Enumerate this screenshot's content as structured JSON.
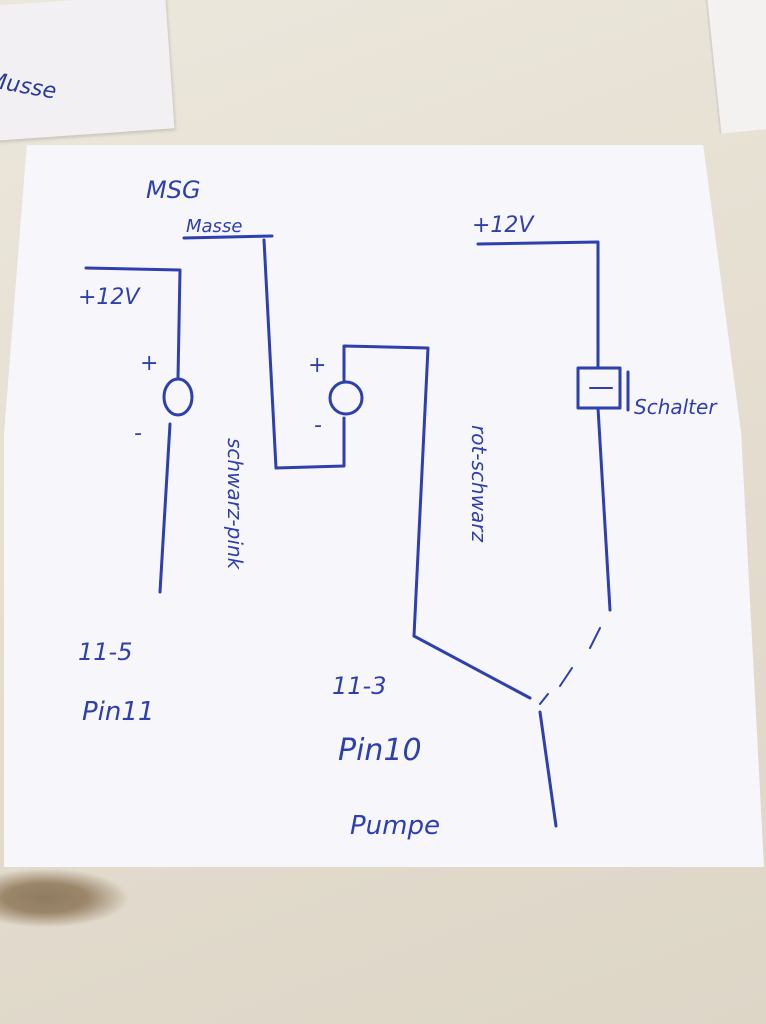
{
  "scrap": {
    "note": "Musse"
  },
  "diagram": {
    "header_msg": "MSG",
    "header_masse": "Masse",
    "left_supply": "+12V",
    "right_supply": "+12V",
    "led1_plus": "+",
    "led1_minus": "-",
    "led2_plus": "+",
    "led2_minus": "-",
    "wire_left_label": "schwarz-pink",
    "wire_mid_label": "rot-schwarz",
    "switch_label": "Schalter",
    "pin_left_code": "11-5",
    "pin_left_name": "Pin11",
    "pin_mid_code": "11-3",
    "pin_mid_name": "Pin10",
    "pump_label": "Pumpe"
  },
  "colors": {
    "ink": "#2e3fae",
    "paper": "#f7f6fb",
    "table": "#e6e0d3"
  }
}
